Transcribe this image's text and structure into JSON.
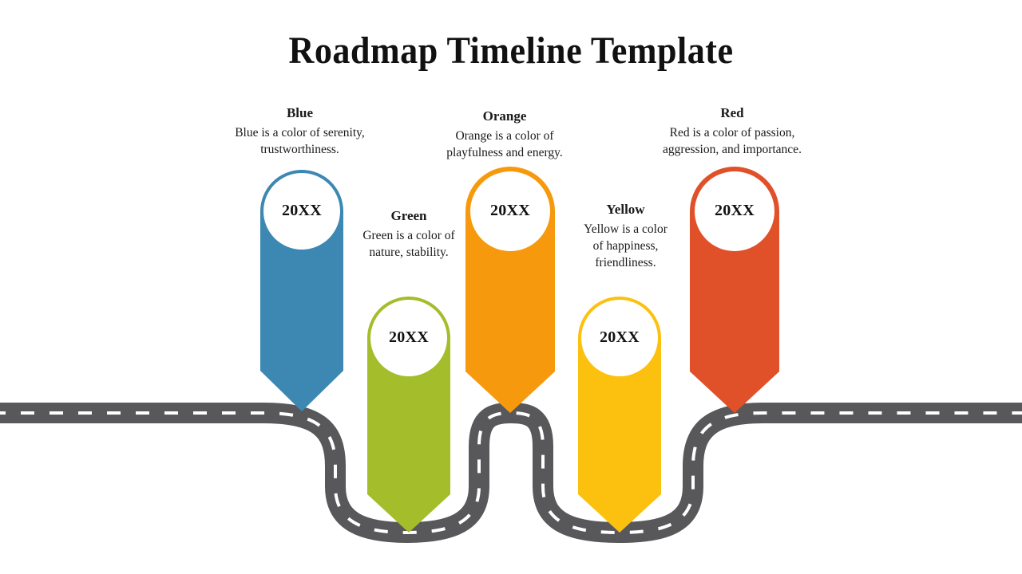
{
  "page": {
    "title": "Roadmap Timeline Template",
    "background": "#ffffff"
  },
  "road": {
    "color": "#58585a",
    "dash_color": "#ffffff",
    "name": "winding-road"
  },
  "milestones": [
    {
      "id": "blue",
      "heading": "Blue",
      "body": "Blue is a color of serenity, trustworthiness.",
      "year": "20XX",
      "color": "#3c88b2",
      "circle_color": "#ffffff"
    },
    {
      "id": "green",
      "heading": "Green",
      "body": "Green is a color of nature, stability.",
      "year": "20XX",
      "color": "#a3bd2b",
      "circle_color": "#ffffff"
    },
    {
      "id": "orange",
      "heading": "Orange",
      "body": "Orange is a color of playfulness and energy.",
      "year": "20XX",
      "color": "#f7990d",
      "circle_color": "#ffffff"
    },
    {
      "id": "yellow",
      "heading": "Yellow",
      "body": "Yellow is a color of happiness, friendliness.",
      "year": "20XX",
      "color": "#fcc10f",
      "circle_color": "#ffffff"
    },
    {
      "id": "red",
      "heading": "Red",
      "body": "Red is a color of passion, aggression, and importance.",
      "year": "20XX",
      "color": "#e0512a",
      "circle_color": "#ffffff"
    }
  ],
  "captions": {
    "blue": {
      "heading": "Blue",
      "body": "Blue is a color of serenity, trustworthiness."
    },
    "green": {
      "heading": "Green",
      "body": "Green is a color of nature, stability."
    },
    "orange": {
      "heading": "Orange",
      "body": "Orange is a color of playfulness and energy."
    },
    "yellow": {
      "heading": "Yellow",
      "body": "Yellow is a color of happiness, friendliness."
    },
    "red": {
      "heading": "Red",
      "body": "Red is a color of passion, aggression, and importance."
    }
  },
  "years": {
    "blue": "20XX",
    "green": "20XX",
    "orange": "20XX",
    "yellow": "20XX",
    "red": "20XX"
  }
}
